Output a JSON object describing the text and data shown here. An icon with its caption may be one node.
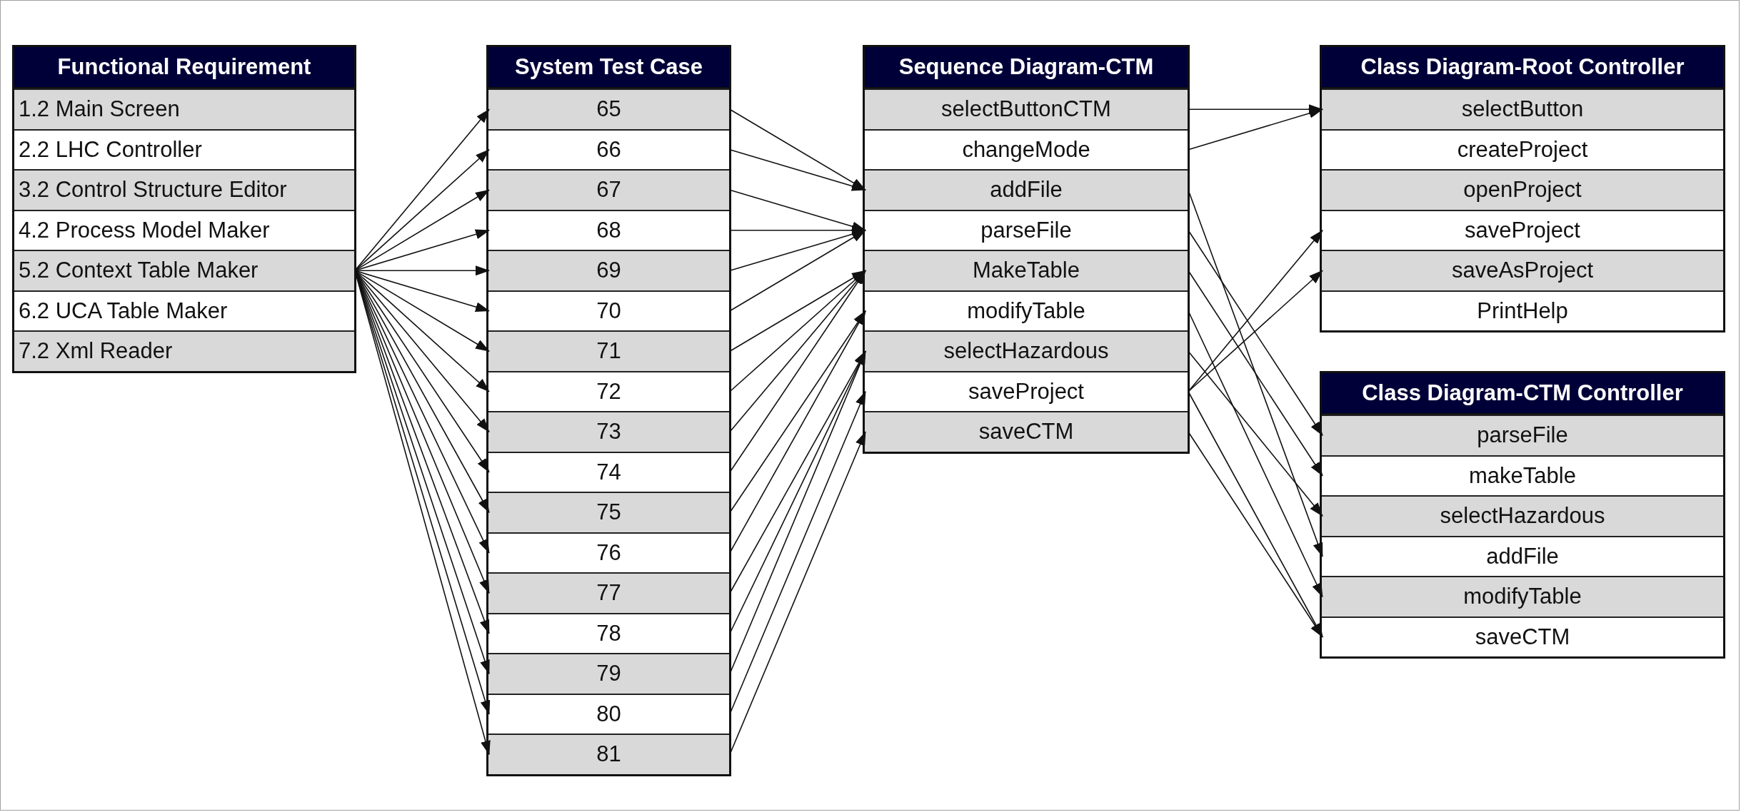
{
  "diagram": {
    "nodes": [
      {
        "text": [
          "Functional Requirement"
        ]
      },
      {
        "text": [
          "1.2 Main Screen"
        ],
        "in": 0
      },
      {
        "text": [
          "2.2 LHC Controller"
        ],
        "in": 0
      },
      {
        "text": [
          "3.2 Control Structure Editor"
        ],
        "in": 0
      },
      {
        "text": [
          "4.2 Process Model Maker"
        ],
        "in": 0
      },
      {
        "text": [
          "5.2 Context Table Maker"
        ],
        "in": 0
      },
      {
        "text": [
          "6.2 UCA Table Maker"
        ],
        "in": 0
      },
      {
        "text": [
          "7.2 Xml Reader"
        ],
        "in": 0
      },
      {
        "text": [
          "System Test Case"
        ]
      },
      {
        "text": [
          "65"
        ],
        "in": 8
      },
      {
        "text": [
          "66"
        ],
        "in": 8
      },
      {
        "text": [
          "67"
        ],
        "in": 8
      },
      {
        "text": [
          "68"
        ],
        "in": 8
      },
      {
        "text": [
          "69"
        ],
        "in": 8
      },
      {
        "text": [
          "70"
        ],
        "in": 8
      },
      {
        "text": [
          "71"
        ],
        "in": 8
      },
      {
        "text": [
          "72"
        ],
        "in": 8
      },
      {
        "text": [
          "73"
        ],
        "in": 8
      },
      {
        "text": [
          "74"
        ],
        "in": 8
      },
      {
        "text": [
          "75"
        ],
        "in": 8
      },
      {
        "text": [
          "76"
        ],
        "in": 8
      },
      {
        "text": [
          "77"
        ],
        "in": 8
      },
      {
        "text": [
          "78"
        ],
        "in": 8
      },
      {
        "text": [
          "79"
        ],
        "in": 8
      },
      {
        "text": [
          "80"
        ],
        "in": 8
      },
      {
        "text": [
          "81"
        ],
        "in": 8
      },
      {
        "text": [
          "Sequence Diagram-CTM"
        ]
      },
      {
        "text": [
          "selectButtonCTM"
        ],
        "in": 26
      },
      {
        "text": [
          "changeMode"
        ],
        "in": 26
      },
      {
        "text": [
          "addFile"
        ],
        "in": 26
      },
      {
        "text": [
          "parseFile"
        ],
        "in": 26
      },
      {
        "text": [
          "MakeTable"
        ],
        "in": 26
      },
      {
        "text": [
          "modifyTable"
        ],
        "in": 26
      },
      {
        "text": [
          "selectHazardous"
        ],
        "in": 26
      },
      {
        "text": [
          "saveProject"
        ],
        "in": 26
      },
      {
        "text": [
          "saveCTM"
        ],
        "in": 26
      },
      {
        "text": [
          "Class Diagram-Root Controller"
        ]
      },
      {
        "text": [
          "selectButton"
        ],
        "in": 36
      },
      {
        "text": [
          "createProject"
        ],
        "in": 36
      },
      {
        "text": [
          "openProject"
        ],
        "in": 36
      },
      {
        "text": [
          "saveProject"
        ],
        "in": 36
      },
      {
        "text": [
          "saveAsProject"
        ],
        "in": 36
      },
      {
        "text": [
          "PrintHelp"
        ],
        "in": 36
      },
      {
        "text": [
          "Class Diagram-CTM Controller"
        ]
      },
      {
        "text": [
          "parseFile"
        ],
        "in": 43
      },
      {
        "text": [
          "makeTable"
        ],
        "in": 43
      },
      {
        "text": [
          "selectHazardous"
        ],
        "in": 43
      },
      {
        "text": [
          "addFile"
        ],
        "in": 43
      },
      {
        "text": [
          "modifyTable"
        ],
        "in": 43
      },
      {
        "text": [
          "saveCTM"
        ],
        "in": 43
      }
    ],
    "edges": [
      {
        "from": 5,
        "to": 9,
        "arrow": "to"
      },
      {
        "from": 5,
        "to": 10,
        "arrow": "to"
      },
      {
        "from": 5,
        "to": 11,
        "arrow": "to"
      },
      {
        "from": 5,
        "to": 12,
        "arrow": "to"
      },
      {
        "from": 5,
        "to": 13,
        "arrow": "to"
      },
      {
        "from": 5,
        "to": 14,
        "arrow": "to"
      },
      {
        "from": 5,
        "to": 15,
        "arrow": "to"
      },
      {
        "from": 5,
        "to": 16,
        "arrow": "to"
      },
      {
        "from": 5,
        "to": 17,
        "arrow": "to"
      },
      {
        "from": 5,
        "to": 18,
        "arrow": "to"
      },
      {
        "from": 5,
        "to": 19,
        "arrow": "to"
      },
      {
        "from": 5,
        "to": 20,
        "arrow": "to"
      },
      {
        "from": 5,
        "to": 21,
        "arrow": "to"
      },
      {
        "from": 5,
        "to": 22,
        "arrow": "to"
      },
      {
        "from": 5,
        "to": 23,
        "arrow": "to"
      },
      {
        "from": 5,
        "to": 24,
        "arrow": "to"
      },
      {
        "from": 5,
        "to": 25,
        "arrow": "to"
      },
      {
        "from": 9,
        "to": 29,
        "arrow": "to"
      },
      {
        "from": 10,
        "to": 29,
        "arrow": "to"
      },
      {
        "from": 11,
        "to": 30,
        "arrow": "to"
      },
      {
        "from": 12,
        "to": 30,
        "arrow": "to"
      },
      {
        "from": 13,
        "to": 30,
        "arrow": "to"
      },
      {
        "from": 14,
        "to": 30,
        "arrow": "to"
      },
      {
        "from": 15,
        "to": 31,
        "arrow": "to"
      },
      {
        "from": 16,
        "to": 31,
        "arrow": "to"
      },
      {
        "from": 17,
        "to": 31,
        "arrow": "to"
      },
      {
        "from": 18,
        "to": 31,
        "arrow": "to"
      },
      {
        "from": 19,
        "to": 32,
        "arrow": "to"
      },
      {
        "from": 20,
        "to": 32,
        "arrow": "to"
      },
      {
        "from": 21,
        "to": 33,
        "arrow": "to"
      },
      {
        "from": 22,
        "to": 33,
        "arrow": "to"
      },
      {
        "from": 23,
        "to": 33,
        "arrow": "to"
      },
      {
        "from": 24,
        "to": 34,
        "arrow": "to"
      },
      {
        "from": 25,
        "to": 35,
        "arrow": "to"
      },
      {
        "from": 27,
        "to": 37,
        "arrow": "to"
      },
      {
        "from": 28,
        "to": 37,
        "arrow": "to"
      },
      {
        "from": 29,
        "to": 47,
        "arrow": "to"
      },
      {
        "from": 30,
        "to": 44,
        "arrow": "to"
      },
      {
        "from": 31,
        "to": 45,
        "arrow": "to"
      },
      {
        "from": 32,
        "to": 48,
        "arrow": "to"
      },
      {
        "from": 33,
        "to": 46,
        "arrow": "to"
      },
      {
        "from": 34,
        "to": 40,
        "arrow": "to"
      },
      {
        "from": 34,
        "to": 41,
        "arrow": "to"
      },
      {
        "from": 34,
        "to": 49,
        "arrow": "to"
      },
      {
        "from": 35,
        "to": 49,
        "arrow": "to"
      }
    ]
  }
}
